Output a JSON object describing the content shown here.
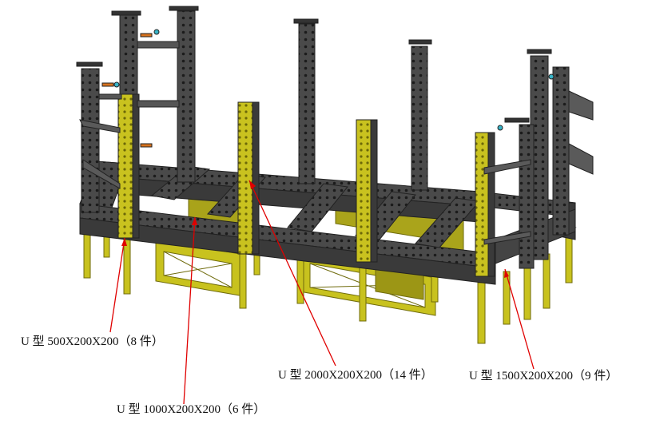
{
  "colors": {
    "frame_dark": "#3c3c3c",
    "frame_light": "#6e6e6e",
    "frame_mid": "#555555",
    "holes": "#1d1d1d",
    "yellow": "#c8c21e",
    "yellow_dark": "#8e8a10",
    "leader": "#e00000",
    "clamp_orange": "#d8731e",
    "clamp_cyan": "#38b4c8"
  },
  "callouts": [
    {
      "text": "U 型 500X200X200（8 件）"
    },
    {
      "text": "U 型 1000X200X200（6 件）"
    },
    {
      "text": "U 型 2000X200X200（14 件）"
    },
    {
      "text": "U 型 1500X200X200（9 件）"
    }
  ]
}
